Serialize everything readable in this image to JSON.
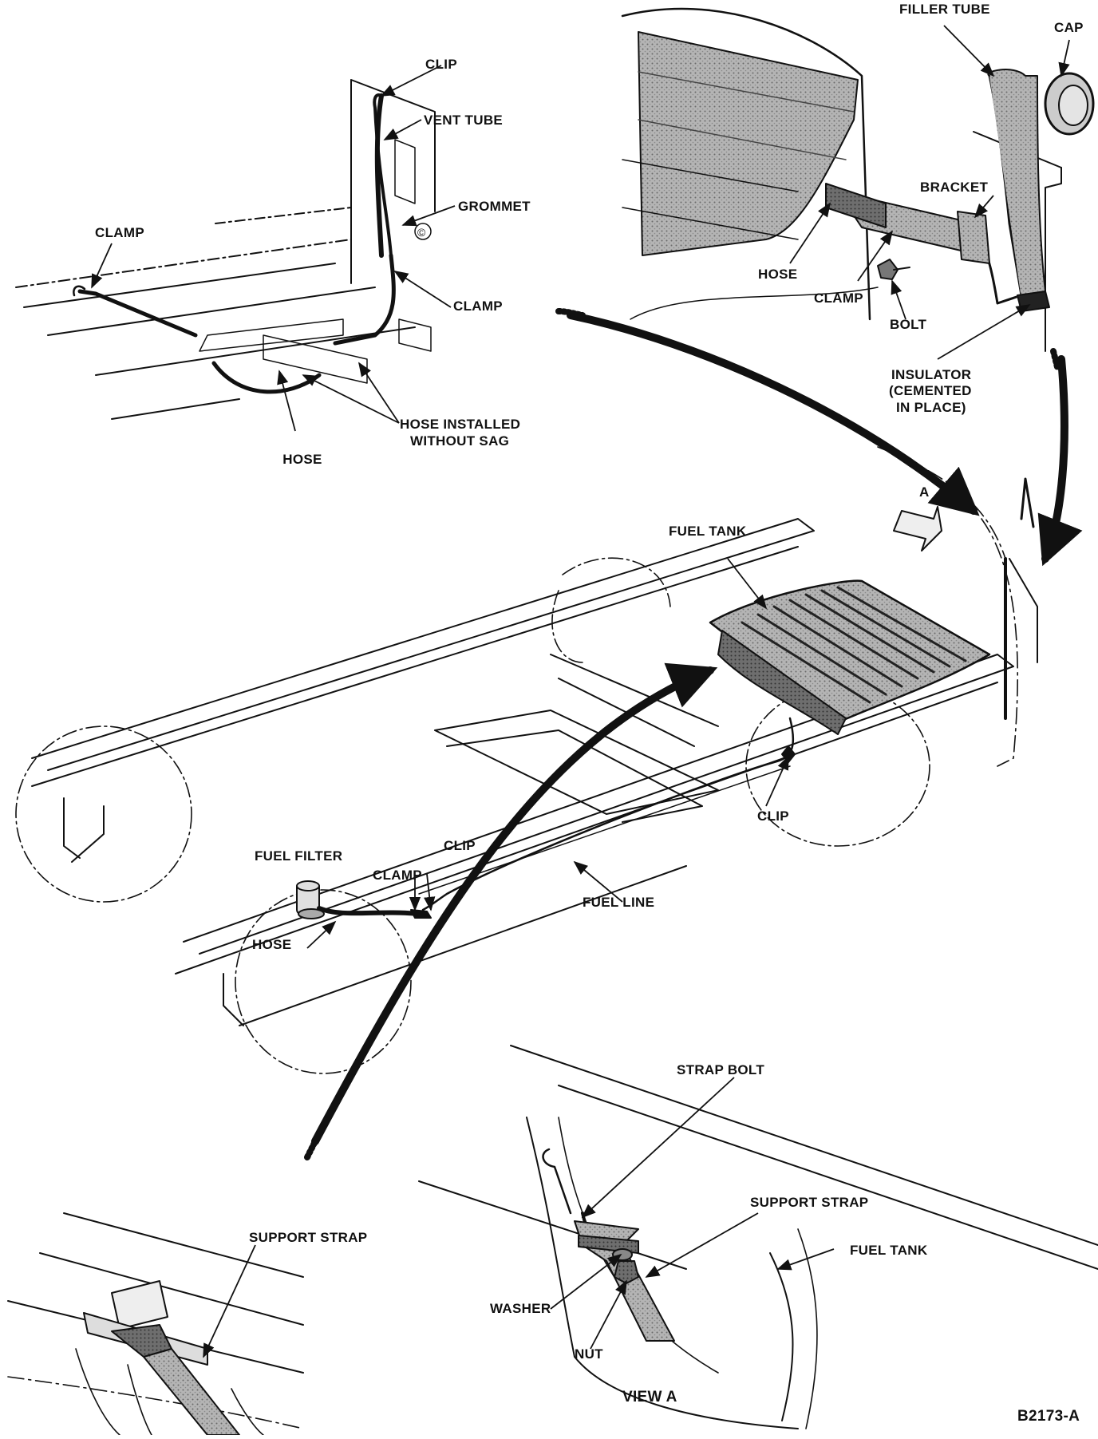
{
  "vent_detail": {
    "labels": {
      "clip": "CLIP",
      "vent_tube": "VENT TUBE",
      "grommet": "GROMMET",
      "clamp_left": "CLAMP",
      "clamp_right": "CLAMP",
      "hose": "HOSE",
      "hose_installed_1": "HOSE INSTALLED",
      "hose_installed_2": "WITHOUT SAG"
    }
  },
  "filler_detail": {
    "labels": {
      "filler_tube": "FILLER TUBE",
      "cap": "CAP",
      "bracket": "BRACKET",
      "hose": "HOSE",
      "clamp": "CLAMP",
      "bolt": "BOLT",
      "insulator_1": "INSULATOR",
      "insulator_2": "(CEMENTED",
      "insulator_3": "IN PLACE)"
    }
  },
  "main_view": {
    "labels": {
      "view_arrow": "A",
      "fuel_tank": "FUEL TANK",
      "clip_frame": "CLIP",
      "fuel_filter": "FUEL FILTER",
      "clamp": "CLAMP",
      "clip_line": "CLIP",
      "fuel_line": "FUEL LINE",
      "hose": "HOSE"
    }
  },
  "strap_detail": {
    "labels": {
      "support_strap": "SUPPORT STRAP"
    }
  },
  "view_a": {
    "labels": {
      "strap_bolt": "STRAP BOLT",
      "support_strap": "SUPPORT STRAP",
      "fuel_tank": "FUEL TANK",
      "washer": "WASHER",
      "nut": "NUT",
      "caption": "VIEW A"
    }
  },
  "figure_id": "B2173-A"
}
